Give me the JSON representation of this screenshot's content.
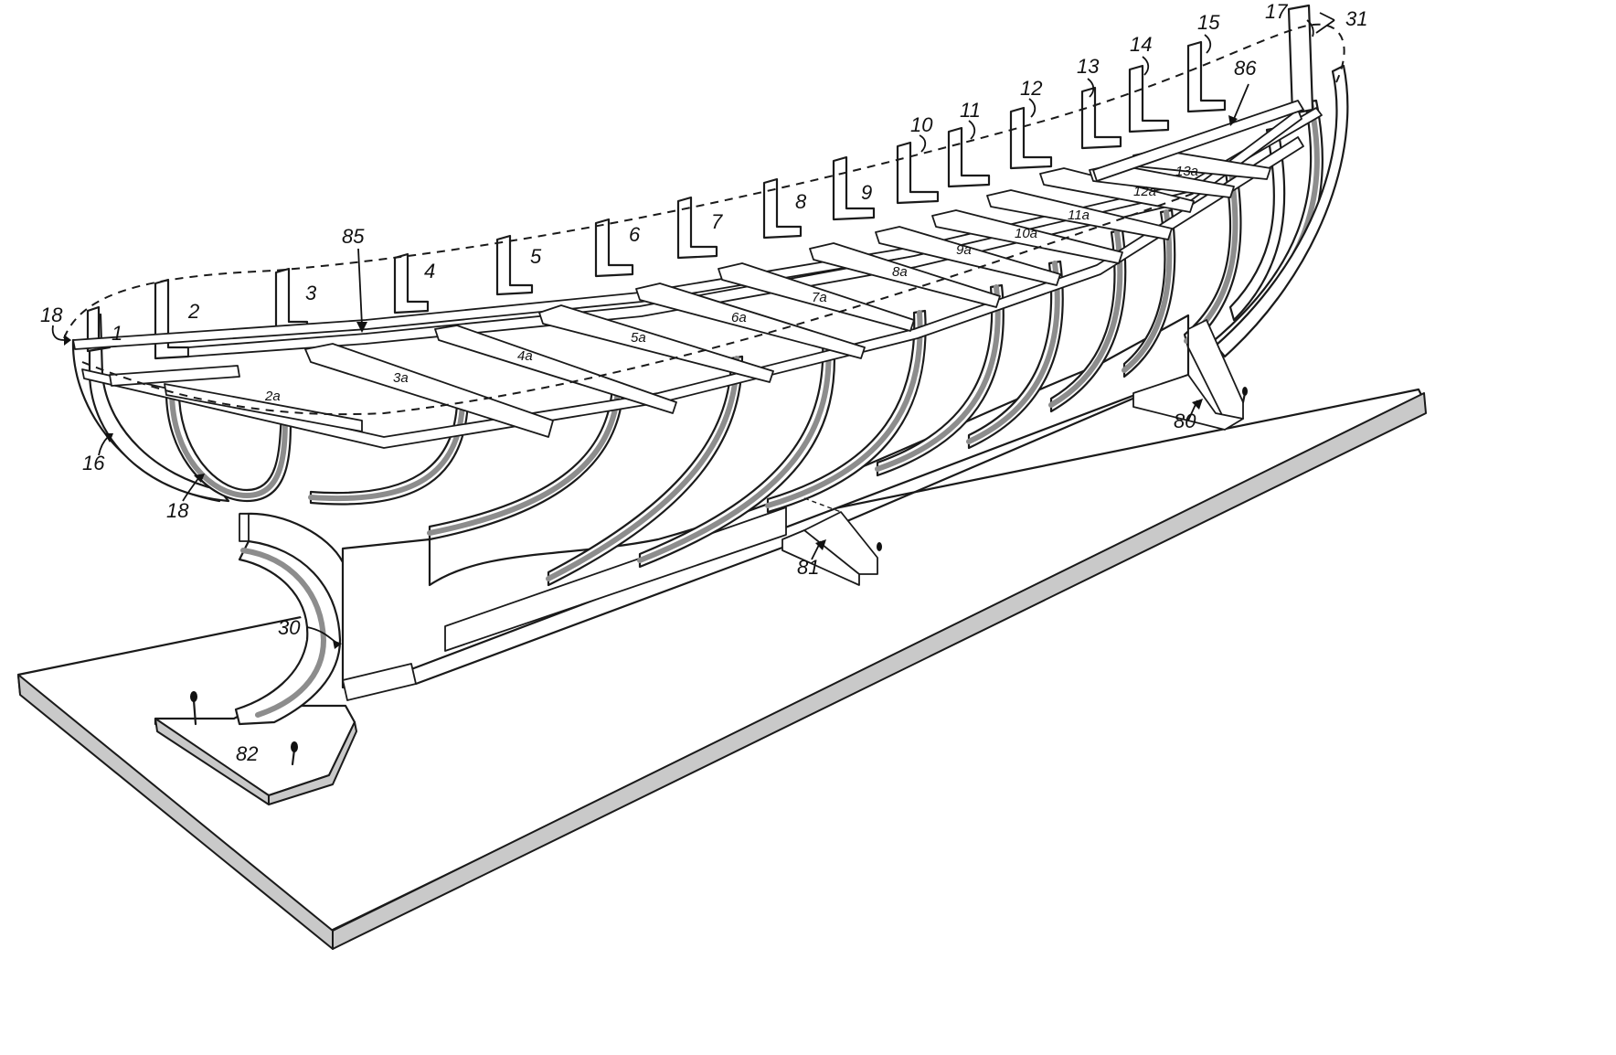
{
  "frame_labels": [
    "1",
    "2",
    "3",
    "4",
    "5",
    "6",
    "7",
    "8",
    "9",
    "10",
    "11",
    "12",
    "13",
    "14",
    "15"
  ],
  "crosspiece_labels": [
    "2a",
    "3a",
    "4a",
    "5a",
    "6a",
    "7a",
    "8a",
    "9a",
    "10a",
    "11a",
    "12a",
    "13a"
  ],
  "part_labels": {
    "stern_left": "18",
    "stern_lower": "18",
    "transom": "16",
    "bow_post": "17",
    "bow_pair": "31",
    "sheer_strip": "85",
    "keel_strip": "86",
    "stand_front": "80",
    "stand_middle": "81",
    "base_plate": "82",
    "stern_post": "30"
  }
}
